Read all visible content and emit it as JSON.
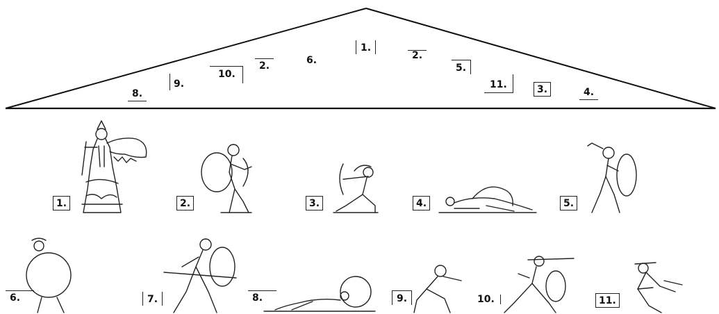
{
  "pediment": {
    "labels": [
      "1.",
      "2.",
      "2.",
      "3.",
      "4.",
      "5.",
      "6.",
      "8.",
      "9.",
      "10.",
      "11."
    ]
  },
  "figures": {
    "row1": [
      "1.",
      "2.",
      "3.",
      "4.",
      "5."
    ],
    "row2": [
      "6.",
      "7.",
      "8.",
      "9.",
      "10.",
      "11."
    ]
  },
  "figure_subjects": [
    "athena-figure",
    "archer-with-shield-figure",
    "kneeling-archer-figure",
    "fallen-warrior-figure",
    "warrior-with-raised-arm-figure",
    "hoplite-shield-figure",
    "spearman-lunging-figure",
    "reclining-wounded-figure",
    "crouching-warrior-figure",
    "spear-thrower-figure",
    "falling-warrior-figure"
  ]
}
